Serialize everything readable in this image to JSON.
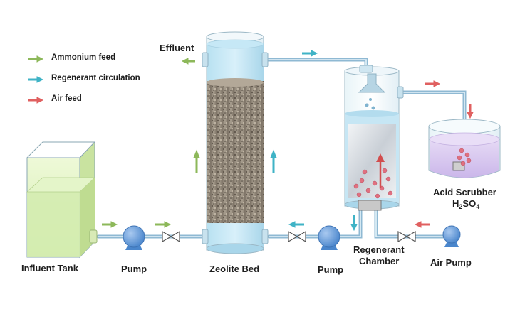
{
  "legend": [
    {
      "label": "Ammonium feed",
      "color": "#8db85a"
    },
    {
      "label": "Regenerant circulation",
      "color": "#3fb3c6"
    },
    {
      "label": "Air feed",
      "color": "#e06060"
    }
  ],
  "labels": {
    "effluent": "Effluent",
    "influent_tank": "Influent Tank",
    "pump_left": "Pump",
    "zeolite_bed": "Zeolite Bed",
    "pump_right": "Pump",
    "regenerant_line1": "Regenerant",
    "regenerant_line2": "Chamber",
    "air_pump": "Air Pump",
    "acid_scrubber": "Acid Scrubber",
    "h2so4_main": "H",
    "h2so4_sub1": "2",
    "h2so4_mid": "SO",
    "h2so4_sub2": "4"
  },
  "colors": {
    "pipe": "#9ec6dc",
    "pump": "#6b9fd8",
    "zeolite": "#9a8f80",
    "tank_liquid": "#dff3bf",
    "acid": "#d9c9ef"
  }
}
